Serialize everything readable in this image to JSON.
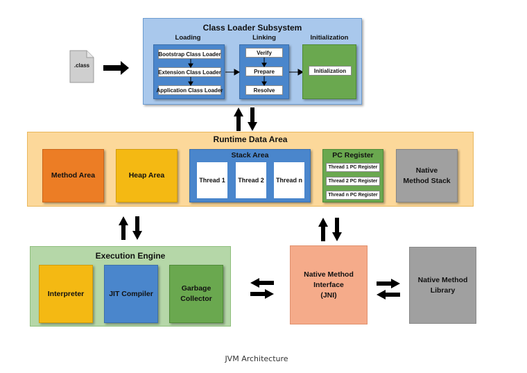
{
  "file_icon": {
    "label": ".class"
  },
  "class_loader": {
    "title": "Class Loader Subsystem",
    "loading": {
      "title": "Loading",
      "items": [
        "Bootstrap Class Loader",
        "Extension Class Loader",
        "Application Class Loader"
      ]
    },
    "linking": {
      "title": "Linking",
      "items": [
        "Verify",
        "Prepare",
        "Resolve"
      ]
    },
    "initialization": {
      "title": "Initialization",
      "item": "Initialization"
    }
  },
  "runtime": {
    "title": "Runtime Data Area",
    "method_area": "Method Area",
    "heap_area": "Heap Area",
    "stack_area": {
      "title": "Stack Area",
      "threads": [
        "Thread 1",
        "Thread 2",
        "Thread n"
      ]
    },
    "pc_register": {
      "title": "PC Register",
      "items": [
        "Thread 1 PC Register",
        "Thread 2 PC Register",
        "Thread n PC Register"
      ]
    },
    "native_stack": {
      "line1": "Native",
      "line2": "Method Stack"
    }
  },
  "execution_engine": {
    "title": "Execution Engine",
    "interpreter": "Interpreter",
    "jit": "JIT Compiler",
    "gc": {
      "line1": "Garbage",
      "line2": "Collector"
    }
  },
  "jni": {
    "line1": "Native Method",
    "line2": "Interface",
    "line3": "(JNI)"
  },
  "native_library": {
    "line1": "Native Method",
    "line2": "Library"
  },
  "caption": "JVM Architecture",
  "colors": {
    "class_loader_bg": "#a9c8ec",
    "class_loader_border": "#6a9bd0",
    "blue_box": "#4a86cc",
    "green_box": "#6aa84f",
    "runtime_bg": "#fcd89a",
    "runtime_border": "#e9b75c",
    "orange": "#ec7d25",
    "yellow": "#f4b913",
    "grey": "#a0a0a0",
    "ee_bg": "#b5d7a8",
    "jni": "#f5ab8a"
  }
}
